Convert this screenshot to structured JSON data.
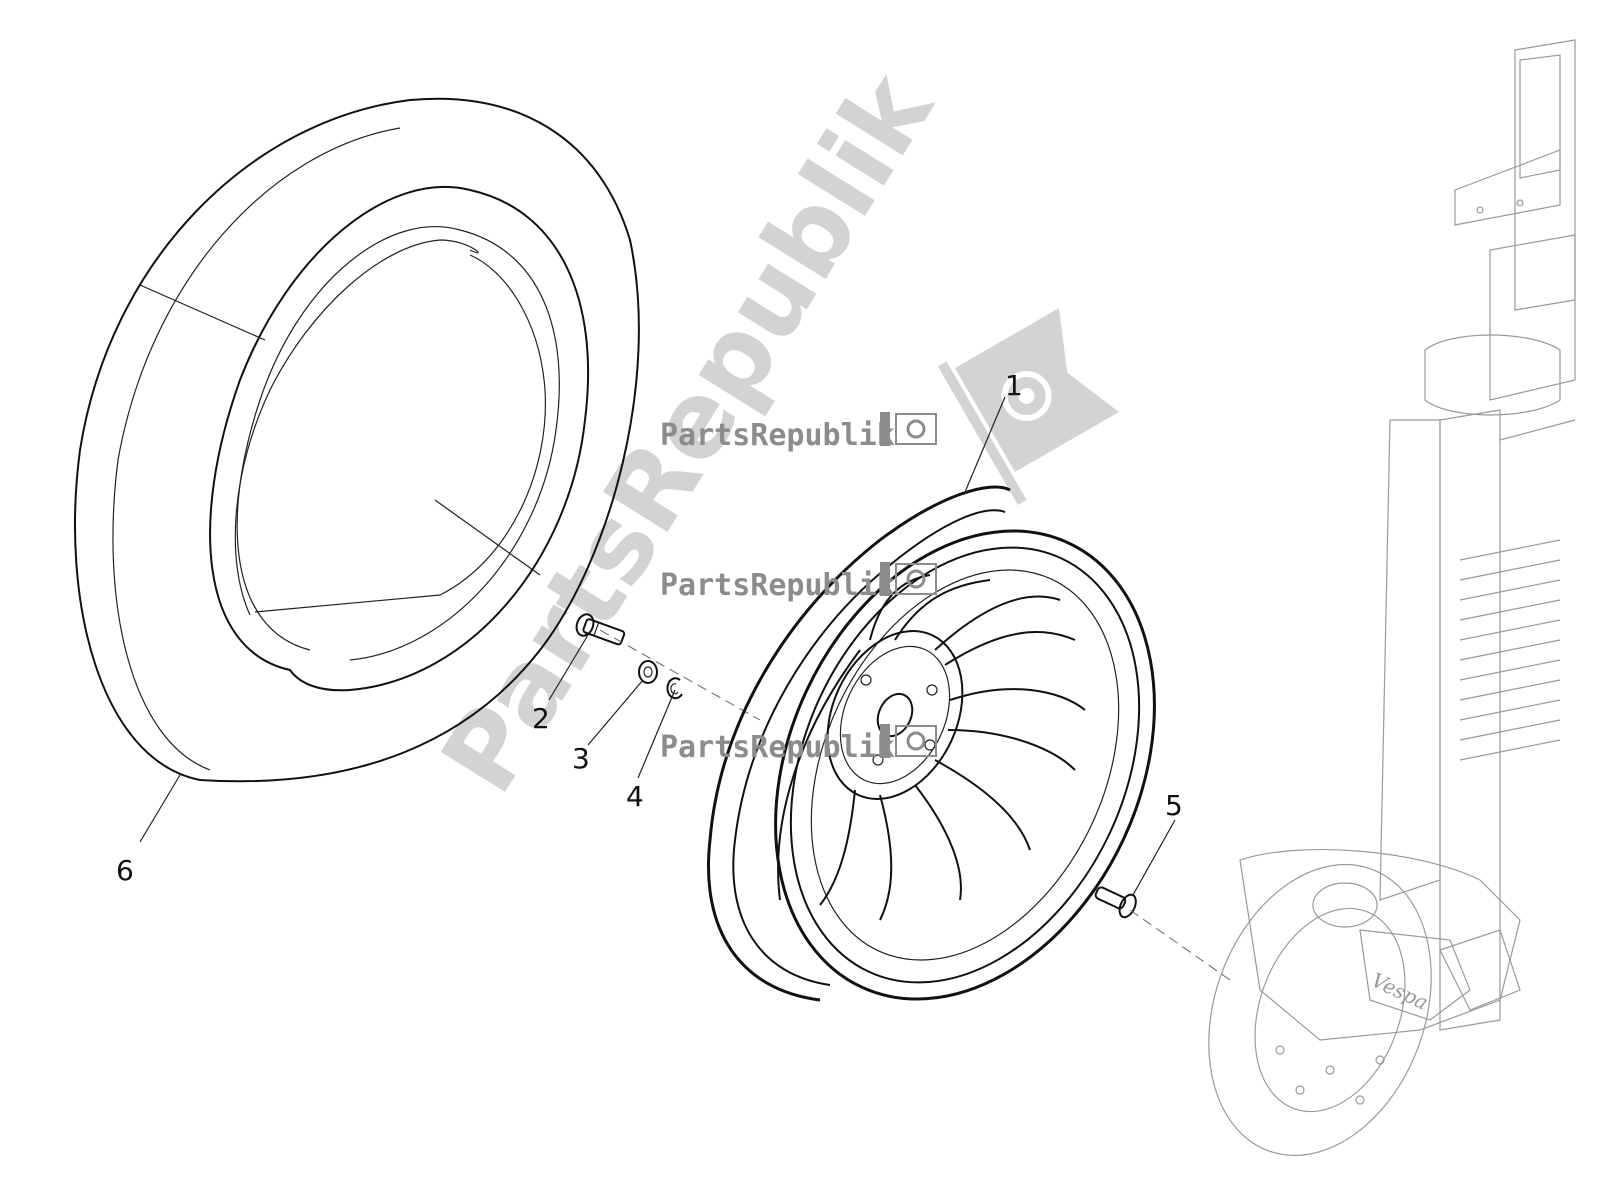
{
  "watermark": {
    "brand_text": "PartsRepublik",
    "diagonal_text": "PartsRepublik"
  },
  "callouts": [
    {
      "id": "1",
      "label": "1"
    },
    {
      "id": "2",
      "label": "2"
    },
    {
      "id": "3",
      "label": "3"
    },
    {
      "id": "4",
      "label": "4"
    },
    {
      "id": "5",
      "label": "5"
    },
    {
      "id": "6",
      "label": "6"
    }
  ],
  "logo_lettering": "Vespa",
  "colors": {
    "line": "#111111",
    "ghost_line": "#9a9a9a",
    "watermark_text": "#8c8c8c",
    "watermark_big": "#d3d3d3",
    "background": "#ffffff"
  }
}
